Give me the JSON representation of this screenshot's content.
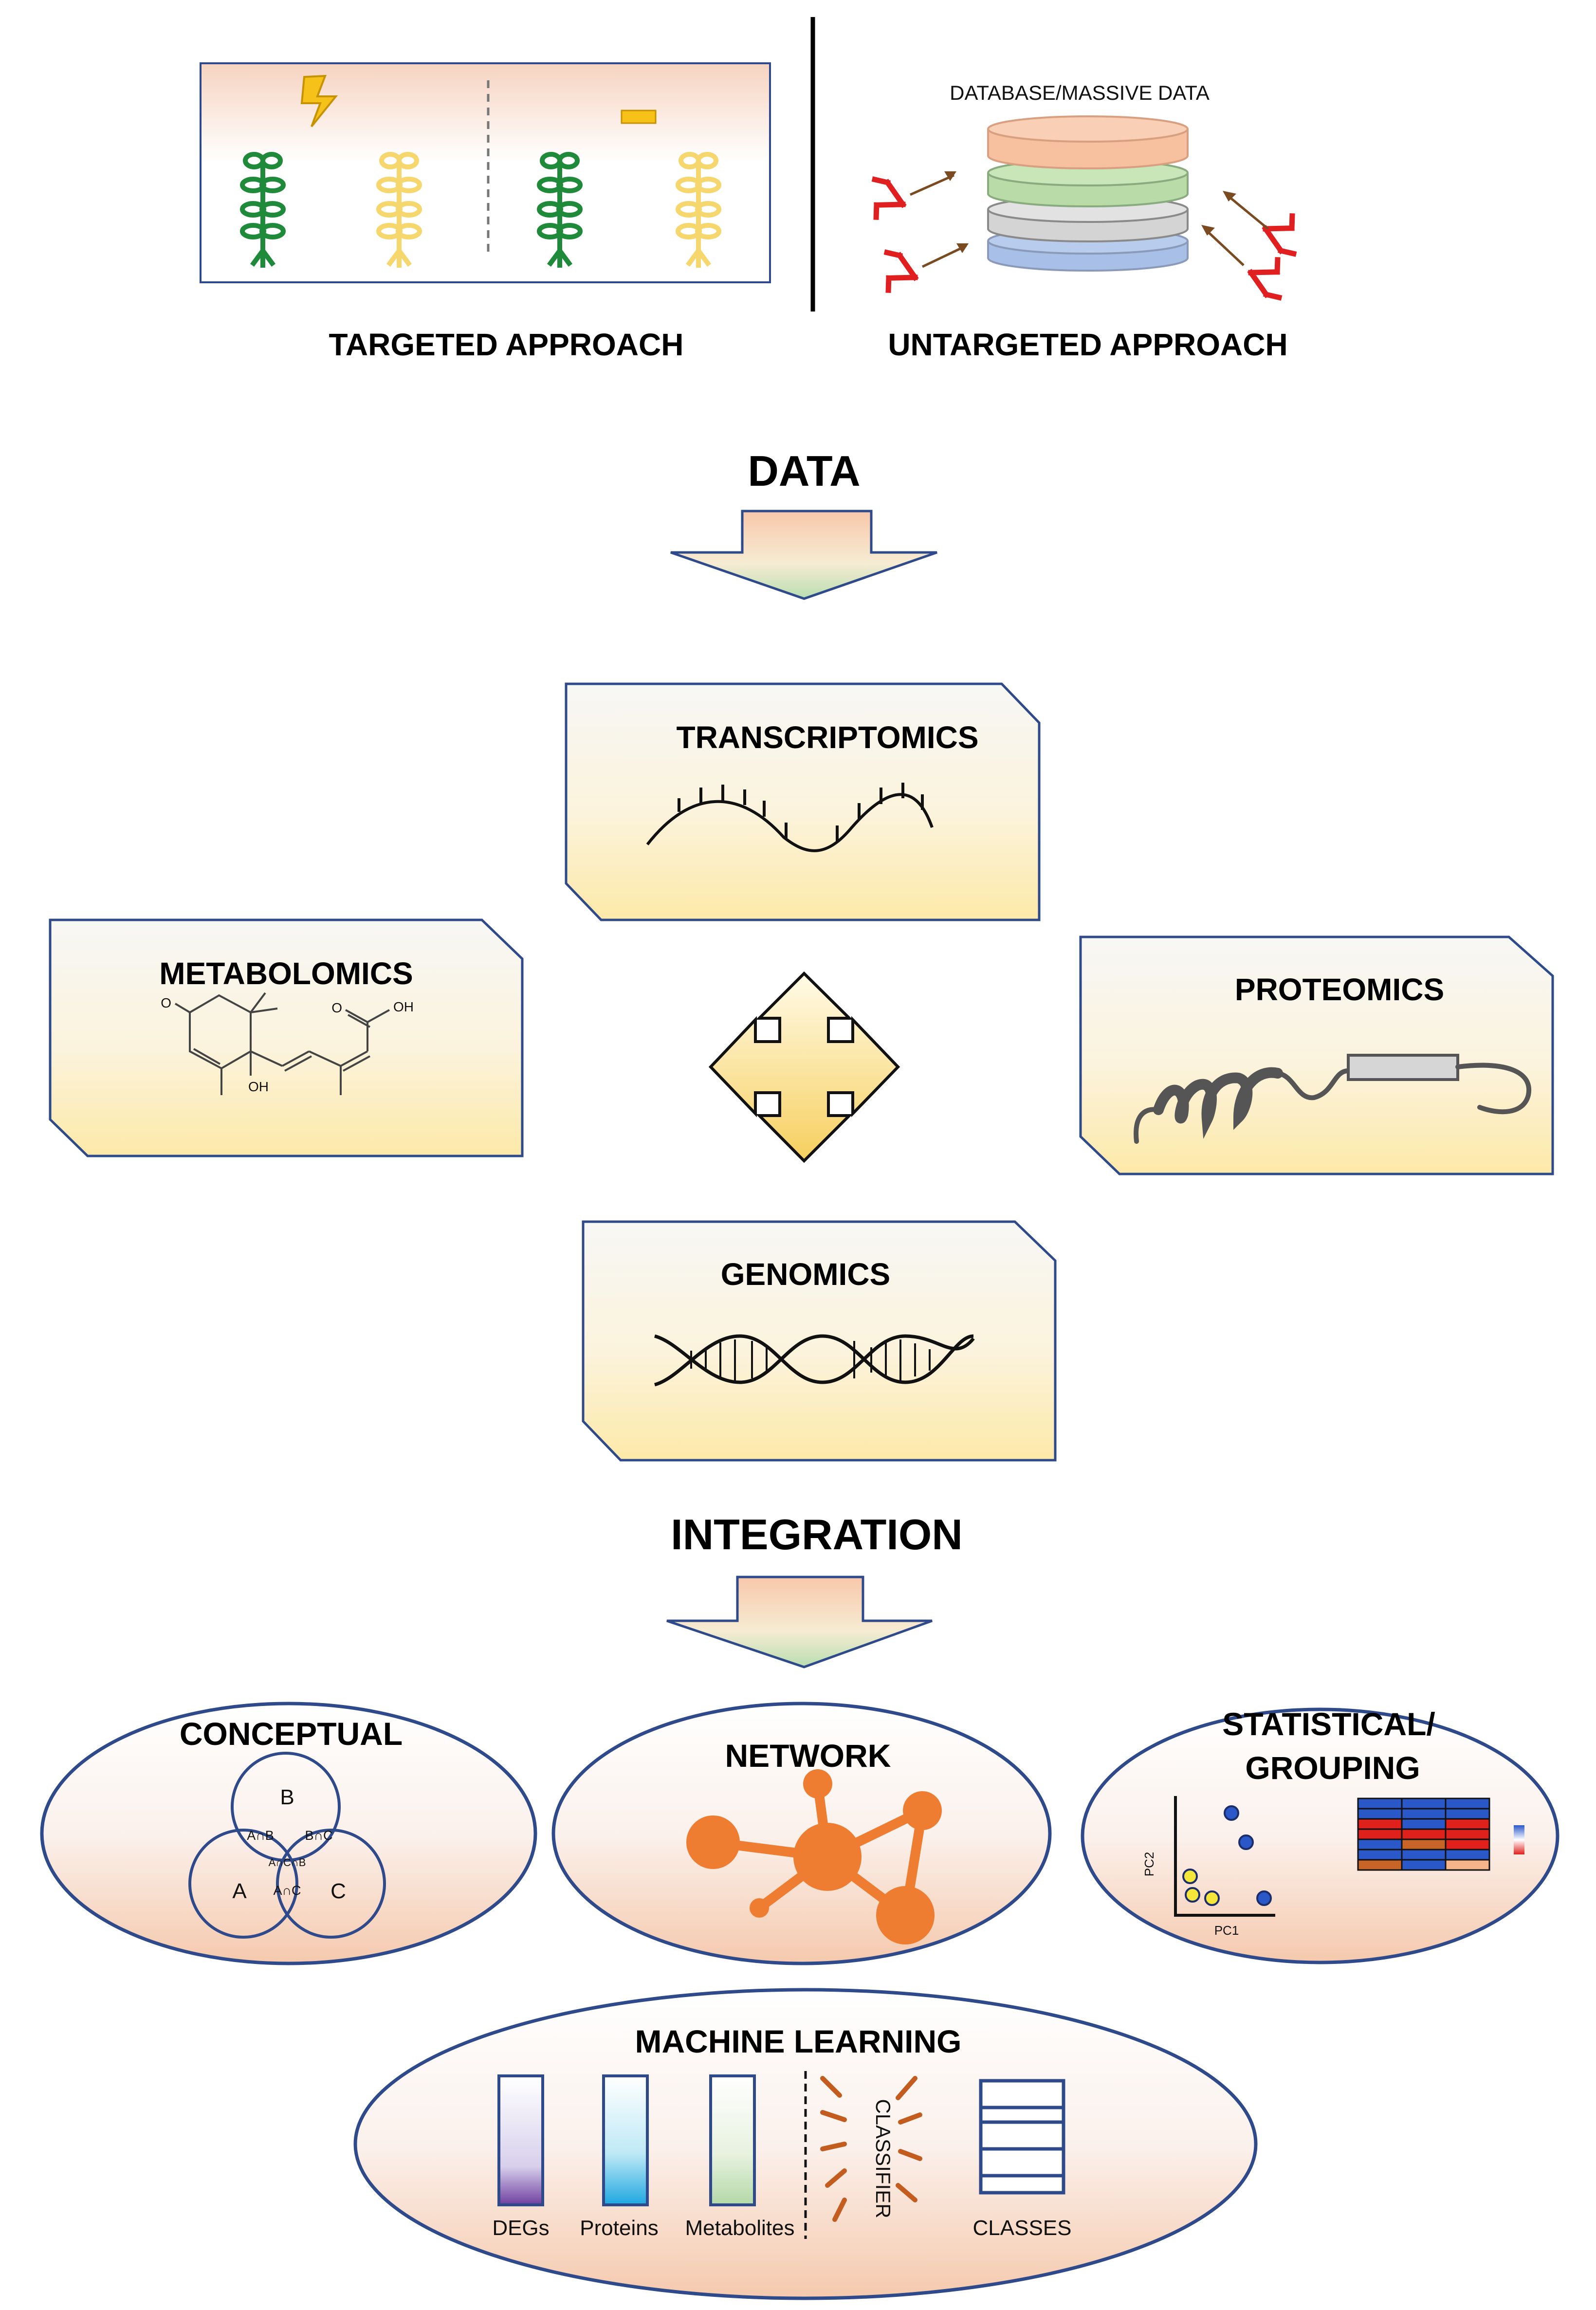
{
  "approaches": {
    "targeted_label": "TARGETED APPROACH",
    "untargeted_label": "UNTARGETED APPROACH",
    "database_label": "DATABASE/MASSIVE DATA"
  },
  "data_heading": "DATA",
  "omics": {
    "transcriptomics": "TRANSCRIPTOMICS",
    "metabolomics": "METABOLOMICS",
    "proteomics": "PROTEOMICS",
    "genomics": "GENOMICS"
  },
  "molecule_labels": {
    "oh_top": "OH",
    "oh_bottom": "OH",
    "o_left": "O",
    "o_top": "O"
  },
  "integration_heading": "INTEGRATION",
  "methods": {
    "conceptual": "CONCEPTUAL",
    "network": "NETWORK",
    "statistical_line1": "STATISTICAL/",
    "statistical_line2": "GROUPING",
    "machine_learning": "MACHINE LEARNING"
  },
  "venn": {
    "a": "A",
    "b": "B",
    "c": "C",
    "ab": "A∩B",
    "bc": "B∩C",
    "ac": "A∩C",
    "abc": "A∩C∩B"
  },
  "pca": {
    "xlabel": "PC1",
    "ylabel": "PC2"
  },
  "ml": {
    "tubes": [
      "DEGs",
      "Proteins",
      "Metabolites"
    ],
    "classifier": "CLASSIFIER",
    "classes": "CLASSES"
  },
  "colors": {
    "box_border": "#2f4a8a",
    "network_orange": "#ee7d31",
    "plant_green": "#1f8a3a",
    "plant_yellow": "#f5d76e",
    "antibody_red": "#e02020",
    "arrow_brown": "#7a4a20"
  }
}
